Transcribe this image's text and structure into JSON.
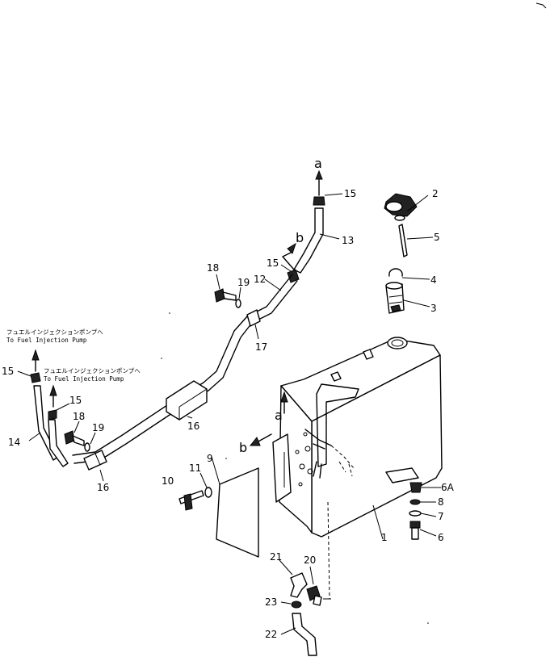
{
  "callouts": {
    "p1": "1",
    "p2": "2",
    "p3": "3",
    "p4": "4",
    "p5": "5",
    "p6": "6",
    "p6a": "6A",
    "p7": "7",
    "p8": "8",
    "p9": "9",
    "p10": "10",
    "p11": "11",
    "p12": "12",
    "p13": "13",
    "p14": "14",
    "p15": "15",
    "p16": "16",
    "p17": "17",
    "p18": "18",
    "p19": "19",
    "p20": "20",
    "p21": "21",
    "p22": "22",
    "p23": "23"
  },
  "connectors": {
    "a": "a",
    "b": "b"
  },
  "notes": {
    "to_pump_jp": "フュエルインジェクションポンプへ",
    "to_pump_en": "To Fuel Injection Pump"
  }
}
